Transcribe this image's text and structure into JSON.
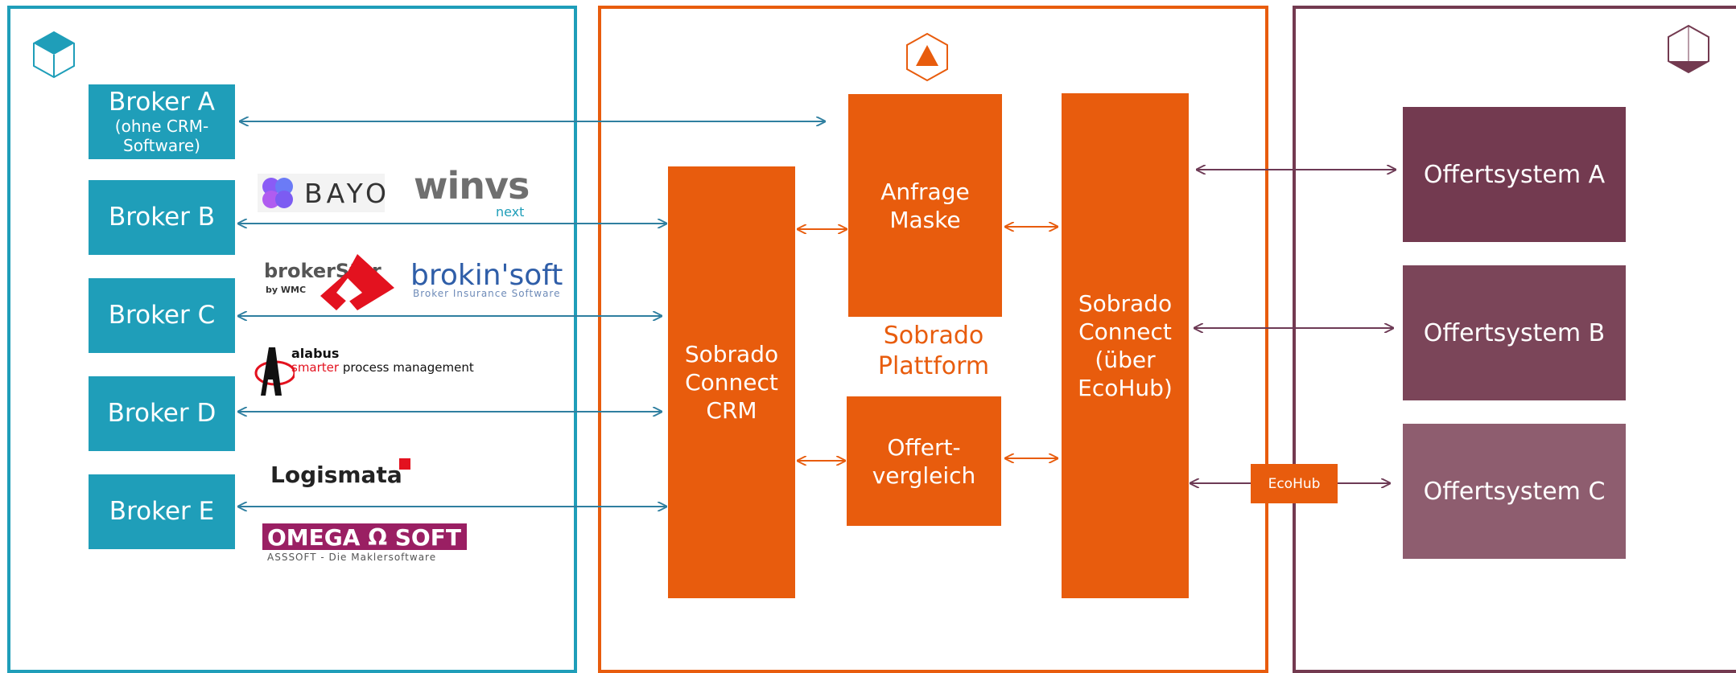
{
  "colors": {
    "teal": "#1f9eb9",
    "orange": "#e85c0d",
    "plum_dark": "#733a50",
    "plum_mid": "#7b4559",
    "plum_light": "#8e5d6f",
    "arrow_teal": "#2f7fa0",
    "arrow_plum": "#6d3a55"
  },
  "brokers": [
    {
      "label": "Broker A",
      "sub": "(ohne CRM-\nSoftware)"
    },
    {
      "label": "Broker B",
      "sub": ""
    },
    {
      "label": "Broker C",
      "sub": ""
    },
    {
      "label": "Broker D",
      "sub": ""
    },
    {
      "label": "Broker E",
      "sub": ""
    }
  ],
  "platform": {
    "crm": "Sobrado\nConnect\nCRM",
    "anfrage": "Anfrage\nMaske",
    "label": "Sobrado\nPlattform",
    "vergleich": "Offert-\nvergleich",
    "connect": "Sobrado\nConnect\n(über\nEcoHub)",
    "ecohub_badge": "EcoHub"
  },
  "offertsysteme": [
    "Offertsystem A",
    "Offertsystem B",
    "Offertsystem C"
  ],
  "logos": {
    "bayo": "BAYO",
    "winvs": "winvs",
    "winvs_sub": "next",
    "brokerstar": "brokerStar",
    "brokerstar_sub": "by WMC",
    "brokinsoft": "brokin'soft",
    "brokinsoft_sub": "Broker Insurance Software",
    "alabus": "alabus",
    "alabus_sub_a": "smarter",
    "alabus_sub_b": " process management",
    "logismata": "Logismata",
    "omega": "OMEGA Ω SOFT",
    "omega_sub": "ASSSOFT - Die Maklersoftware"
  }
}
